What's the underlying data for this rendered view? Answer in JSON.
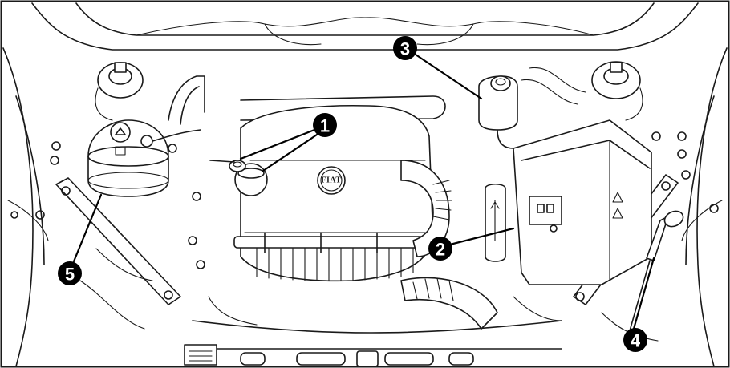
{
  "diagram": {
    "callouts": [
      {
        "id": "callout-1",
        "label": "1"
      },
      {
        "id": "callout-2",
        "label": "2"
      },
      {
        "id": "callout-3",
        "label": "3"
      },
      {
        "id": "callout-4",
        "label": "4"
      },
      {
        "id": "callout-5",
        "label": "5"
      }
    ],
    "engine_logo_text": "FIAT"
  }
}
